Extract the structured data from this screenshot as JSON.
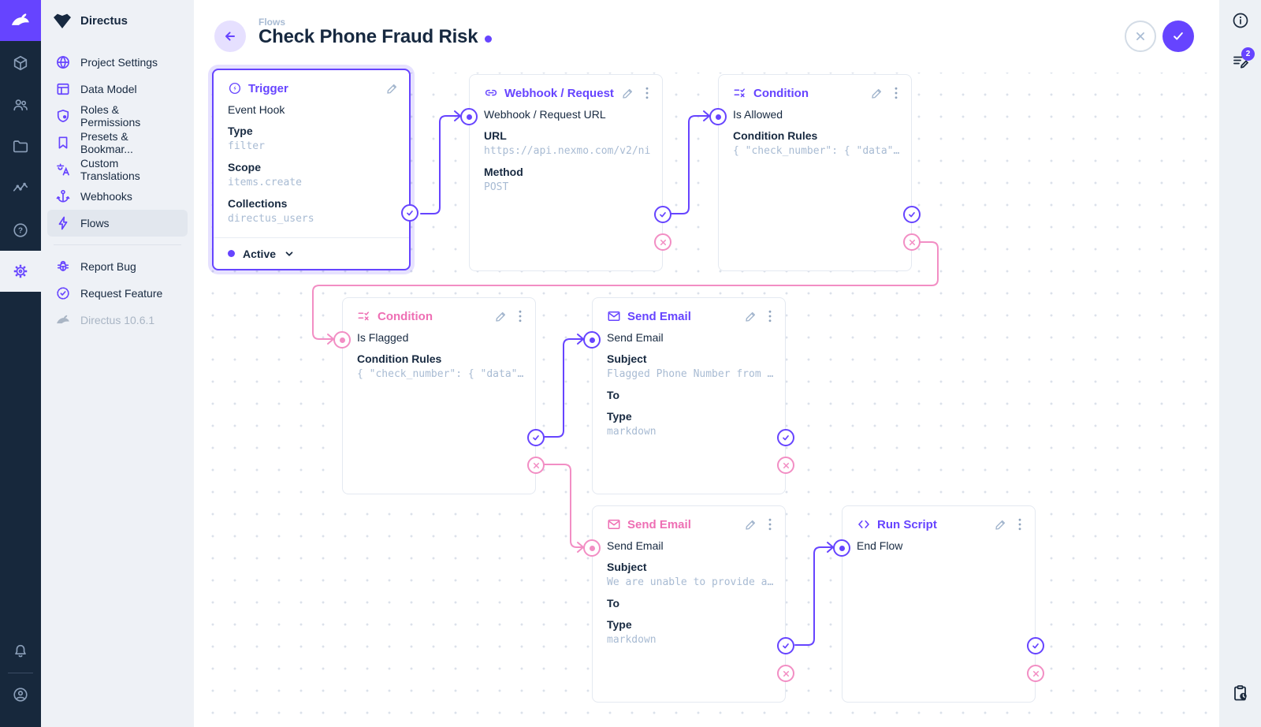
{
  "app": {
    "project_name": "Directus"
  },
  "module_bar": {
    "icons": [
      "directus-rabbit-logo",
      "content-cube-icon",
      "user-directory-icon",
      "file-library-icon",
      "insights-icon",
      "help-icon",
      "settings-gear-icon",
      "notifications-bell-icon",
      "account-circle-icon"
    ]
  },
  "sidebar": {
    "header": "Directus",
    "items": [
      {
        "label": "Project Settings",
        "icon": "globe-icon"
      },
      {
        "label": "Data Model",
        "icon": "table-icon"
      },
      {
        "label": "Roles & Permissions",
        "icon": "shield-user-icon"
      },
      {
        "label": "Presets & Bookmar...",
        "icon": "bookmark-icon"
      },
      {
        "label": "Custom Translations",
        "icon": "translate-icon"
      },
      {
        "label": "Webhooks",
        "icon": "anchor-icon"
      },
      {
        "label": "Flows",
        "icon": "bolt-icon"
      }
    ],
    "secondary": [
      {
        "label": "Report Bug",
        "icon": "bug-icon"
      },
      {
        "label": "Request Feature",
        "icon": "badge-check-icon"
      }
    ],
    "version": "Directus 10.6.1"
  },
  "header": {
    "breadcrumb": "Flows",
    "title": "Check Phone Fraud Risk"
  },
  "right_rail": {
    "notifications_count": "2",
    "icons": [
      "info-icon",
      "edit-note-icon",
      "revisions-clipboard-icon"
    ]
  },
  "colors": {
    "accent": "#6644ff",
    "reject_pink": "#f28ec4",
    "text_dark": "#172940",
    "value_gray": "#a8bbd3"
  },
  "flow": {
    "status": {
      "label": "Active"
    },
    "nodes": {
      "trigger": {
        "title": "Trigger",
        "name": "Event Hook",
        "fields": [
          {
            "label": "Type",
            "value": "filter"
          },
          {
            "label": "Scope",
            "value": "items.create"
          },
          {
            "label": "Collections",
            "value": "directus_users"
          }
        ]
      },
      "webhook": {
        "title": "Webhook / Request URL",
        "name": "Webhook / Request URL",
        "fields": [
          {
            "label": "URL",
            "value": "https://api.nexmo.com/v2/ni"
          },
          {
            "label": "Method",
            "value": "POST"
          }
        ]
      },
      "condition_allowed": {
        "title": "Condition",
        "name": "Is Allowed",
        "fields": [
          {
            "label": "Condition Rules",
            "value": "{ \"check_number\": { \"data\"…"
          }
        ]
      },
      "condition_flagged": {
        "title": "Condition",
        "name": "Is Flagged",
        "fields": [
          {
            "label": "Condition Rules",
            "value": "{ \"check_number\": { \"data\"…"
          }
        ]
      },
      "email_flagged": {
        "title": "Send Email",
        "name": "Send Email",
        "fields": [
          {
            "label": "Subject",
            "value": "Flagged Phone Number from …"
          },
          {
            "label": "To",
            "value": ""
          },
          {
            "label": "Type",
            "value": "markdown"
          }
        ]
      },
      "email_unable": {
        "title": "Send Email",
        "name": "Send Email",
        "fields": [
          {
            "label": "Subject",
            "value": "We are unable to provide a…"
          },
          {
            "label": "To",
            "value": ""
          },
          {
            "label": "Type",
            "value": "markdown"
          }
        ]
      },
      "run_script": {
        "title": "Run Script",
        "name": "End Flow",
        "fields": []
      }
    }
  }
}
